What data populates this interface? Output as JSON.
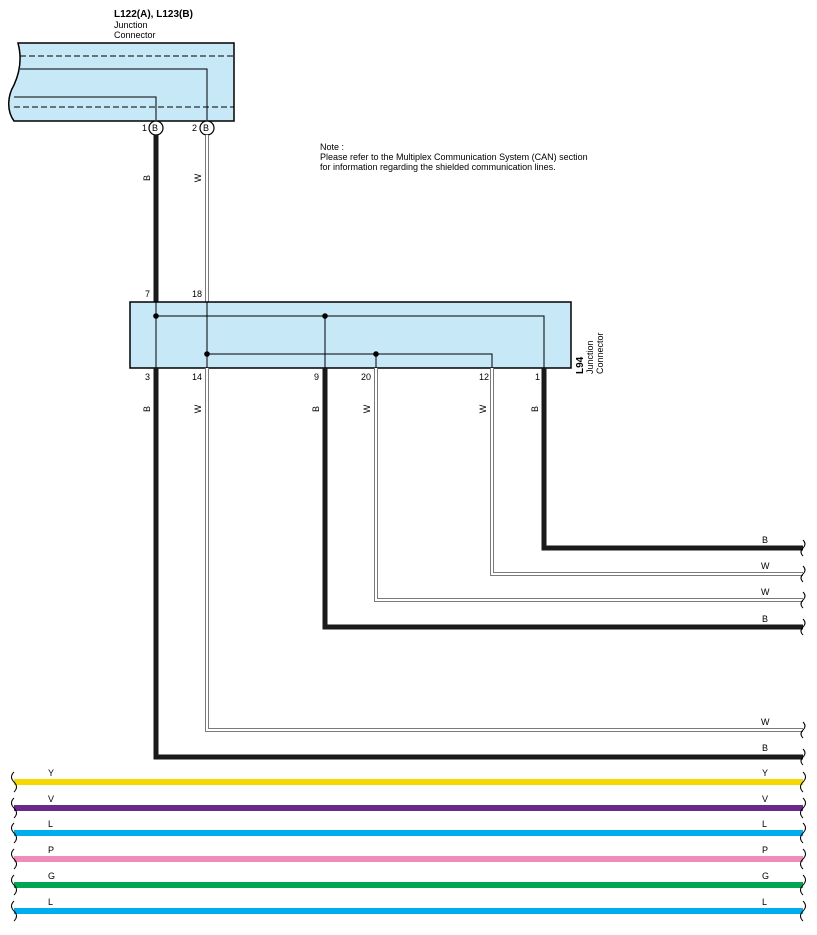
{
  "connector_top": {
    "title": "L122(A), L123(B)",
    "subtitle_line1": "Junction",
    "subtitle_line2": "Connector",
    "pins": [
      {
        "number": "1",
        "badge": "B"
      },
      {
        "number": "2",
        "badge": "B"
      }
    ]
  },
  "note": {
    "line1": "Note :",
    "line2": "Please refer to the Multiplex Communication System (CAN) section",
    "line3": "for information regarding the shielded communication lines."
  },
  "connector_mid": {
    "title": "L94",
    "subtitle_line1": "Junction",
    "subtitle_line2": "Connector",
    "top_pins": [
      "7",
      "18"
    ],
    "bottom_pins": [
      "3",
      "14",
      "9",
      "20",
      "12",
      "1"
    ]
  },
  "wire_colors": {
    "upper": [
      "B",
      "W"
    ],
    "lower": [
      "B",
      "W",
      "B",
      "W",
      "W",
      "B"
    ]
  },
  "right_labels": [
    "B",
    "W",
    "W",
    "B",
    "W",
    "B"
  ],
  "bus_lines": [
    {
      "label": "Y",
      "color": "#f6d800"
    },
    {
      "label": "V",
      "color": "#6a2a8c"
    },
    {
      "label": "L",
      "color": "#00aeef"
    },
    {
      "label": "P",
      "color": "#f08cb8"
    },
    {
      "label": "G",
      "color": "#00a651"
    },
    {
      "label": "L",
      "color": "#00aeef"
    }
  ],
  "colors": {
    "connector_fill": "#c7e9f7",
    "black_wire": "#1a1a1a",
    "white_wire_edge": "#7a7a7a"
  }
}
